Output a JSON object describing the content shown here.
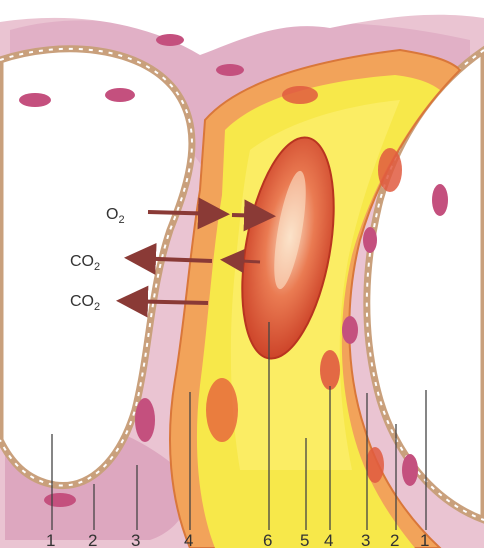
{
  "gases": {
    "o2": {
      "base": "O",
      "sub": "2"
    },
    "co2_a": {
      "base": "CO",
      "sub": "2"
    },
    "co2_b": {
      "base": "CO",
      "sub": "2"
    }
  },
  "labels": [
    "1",
    "2",
    "3",
    "4",
    "6",
    "5",
    "4",
    "3",
    "2",
    "1"
  ],
  "colors": {
    "plasma": "#f7e84a",
    "rbc": "#d9462e",
    "wall_orange": "#f2a35a",
    "tissue_pink": "#e8a6c4",
    "nucleus": "#c4507e",
    "arrow": "#8a3a36"
  }
}
